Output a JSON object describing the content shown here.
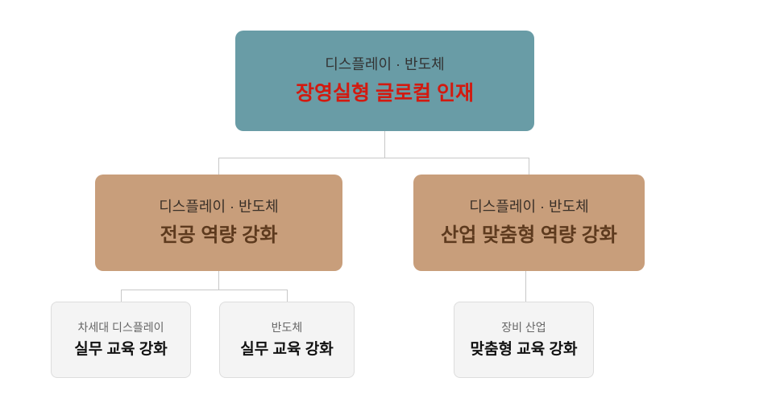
{
  "diagram": {
    "root": {
      "subtitle": "디스플레이 · 반도체",
      "title": "장영실형 글로컬 인재"
    },
    "branches": [
      {
        "subtitle": "디스플레이 · 반도체",
        "title": "전공 역량 강화"
      },
      {
        "subtitle": "디스플레이 · 반도체",
        "title": "산업 맞춤형 역량 강화"
      }
    ],
    "leaves": [
      {
        "subtitle": "차세대 디스플레이",
        "title": "실무 교육 강화"
      },
      {
        "subtitle": "반도체",
        "title": "실무 교육 강화"
      },
      {
        "subtitle": "장비 산업",
        "title": "맞춤형 교육 강화"
      }
    ],
    "colors": {
      "root_bg": "#699ca6",
      "root_title": "#d21a10",
      "branch_bg": "#c89e7b",
      "branch_title": "#5d3a1e",
      "leaf_bg": "#f4f4f4",
      "leaf_border": "#dddddd",
      "connector": "#c8c8c8"
    }
  }
}
